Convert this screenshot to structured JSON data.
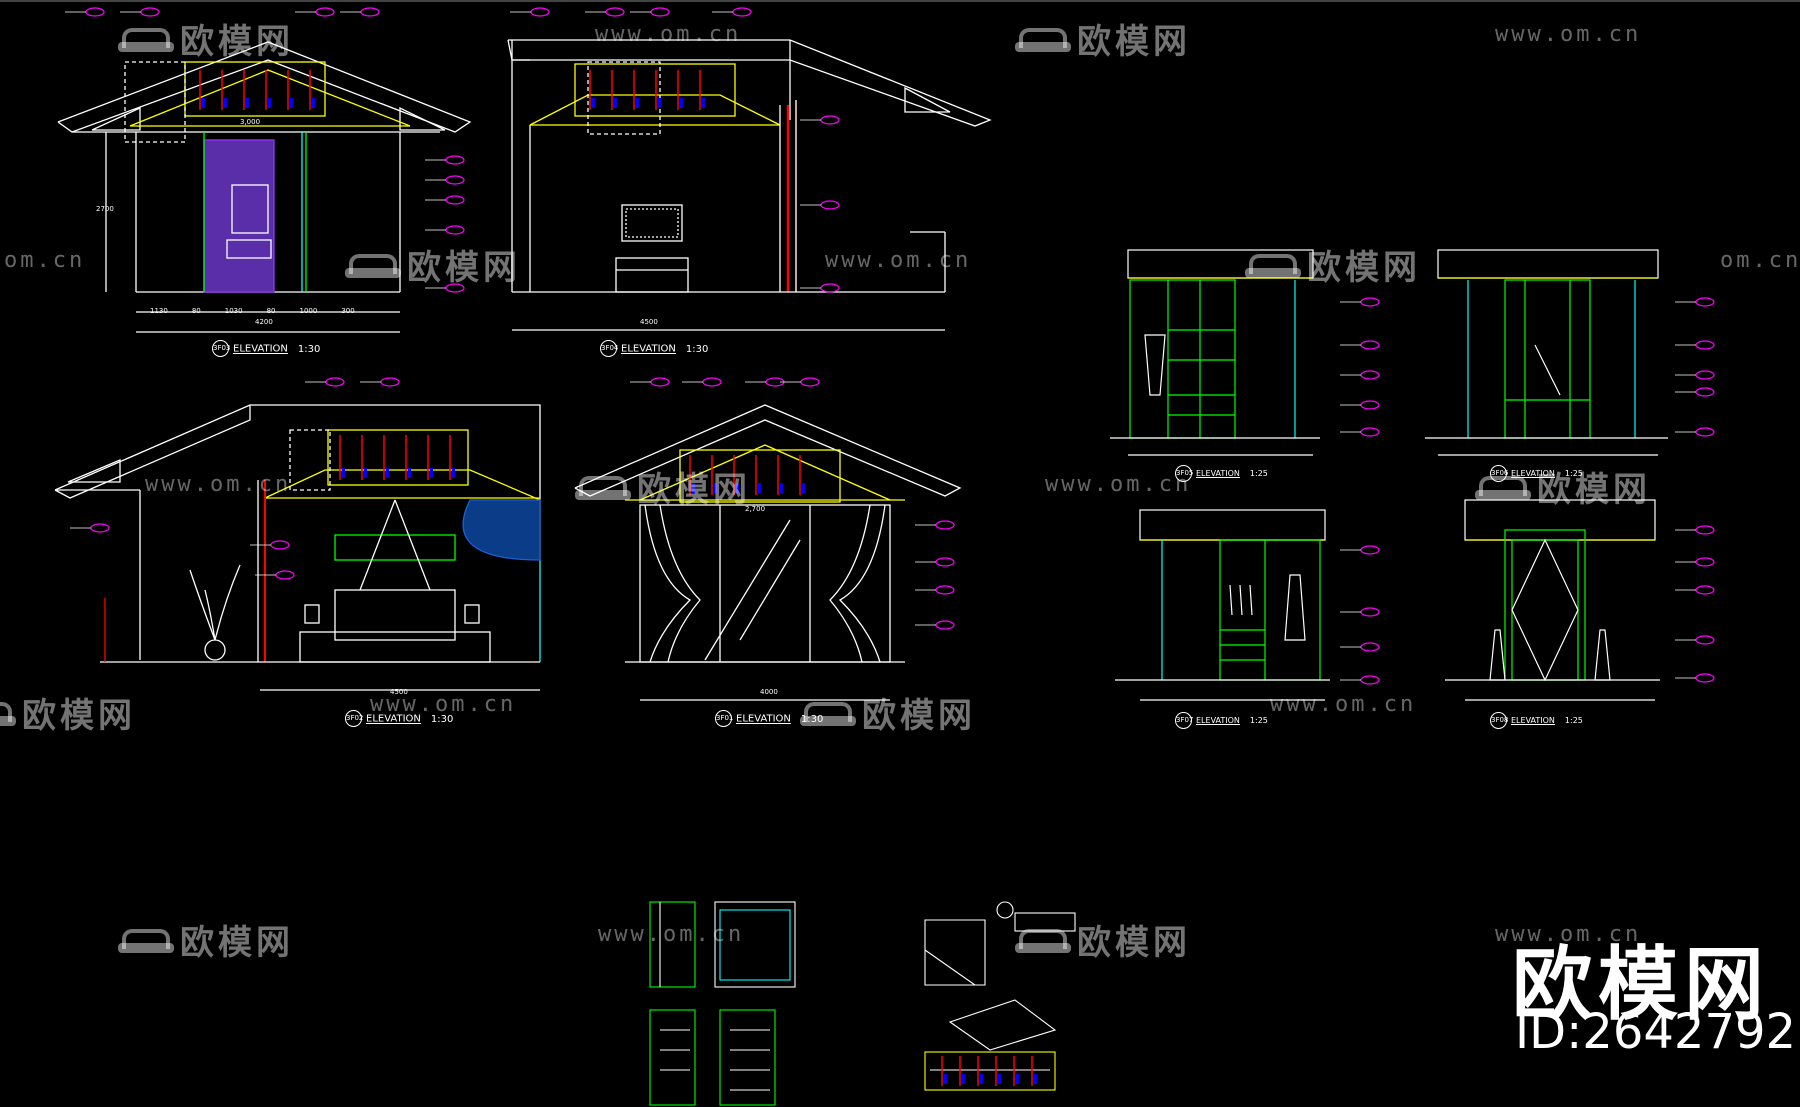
{
  "watermark": {
    "brand_cn": "欧模网",
    "url": "www.om.cn",
    "url_partial": "om.cn"
  },
  "brand": {
    "name": "欧模网",
    "id": "ID:2642792"
  },
  "drawings": {
    "elev_a": {
      "tag": "3F03",
      "title": "ELEVATION",
      "scale": "1:30",
      "width_dim": "4200"
    },
    "elev_b": {
      "tag": "3F04",
      "title": "ELEVATION",
      "scale": "1:30",
      "width_dim": "4500"
    },
    "elev_c": {
      "tag": "3F02",
      "title": "ELEVATION",
      "scale": "1:30",
      "width_dim": "4500"
    },
    "elev_d": {
      "tag": "3F01",
      "title": "ELEVATION",
      "scale": "1:30",
      "width_dim": "4000"
    },
    "elev_e": {
      "tag": "3F05",
      "title": "ELEVATION",
      "scale": "1:25"
    },
    "elev_f": {
      "tag": "3F06",
      "title": "ELEVATION",
      "scale": "1:25"
    },
    "elev_g": {
      "tag": "3F07",
      "title": "ELEVATION",
      "scale": "1:25"
    },
    "elev_h": {
      "tag": "3F08",
      "title": "ELEVATION",
      "scale": "1:25"
    }
  },
  "dims": {
    "a": [
      "1130",
      "80",
      "1030",
      "80",
      "1000",
      "300"
    ],
    "b_height": "2700",
    "level": "3,000",
    "level2": "2,700"
  },
  "colors": {
    "background": "#000000",
    "line_white": "#ffffff",
    "line_green": "#00ff00",
    "line_cyan": "#00ffff",
    "line_yellow": "#ffff00",
    "line_red": "#ff0000",
    "line_magenta": "#ff00ff",
    "line_blue": "#0000ff",
    "line_purple": "#9b30ff"
  }
}
